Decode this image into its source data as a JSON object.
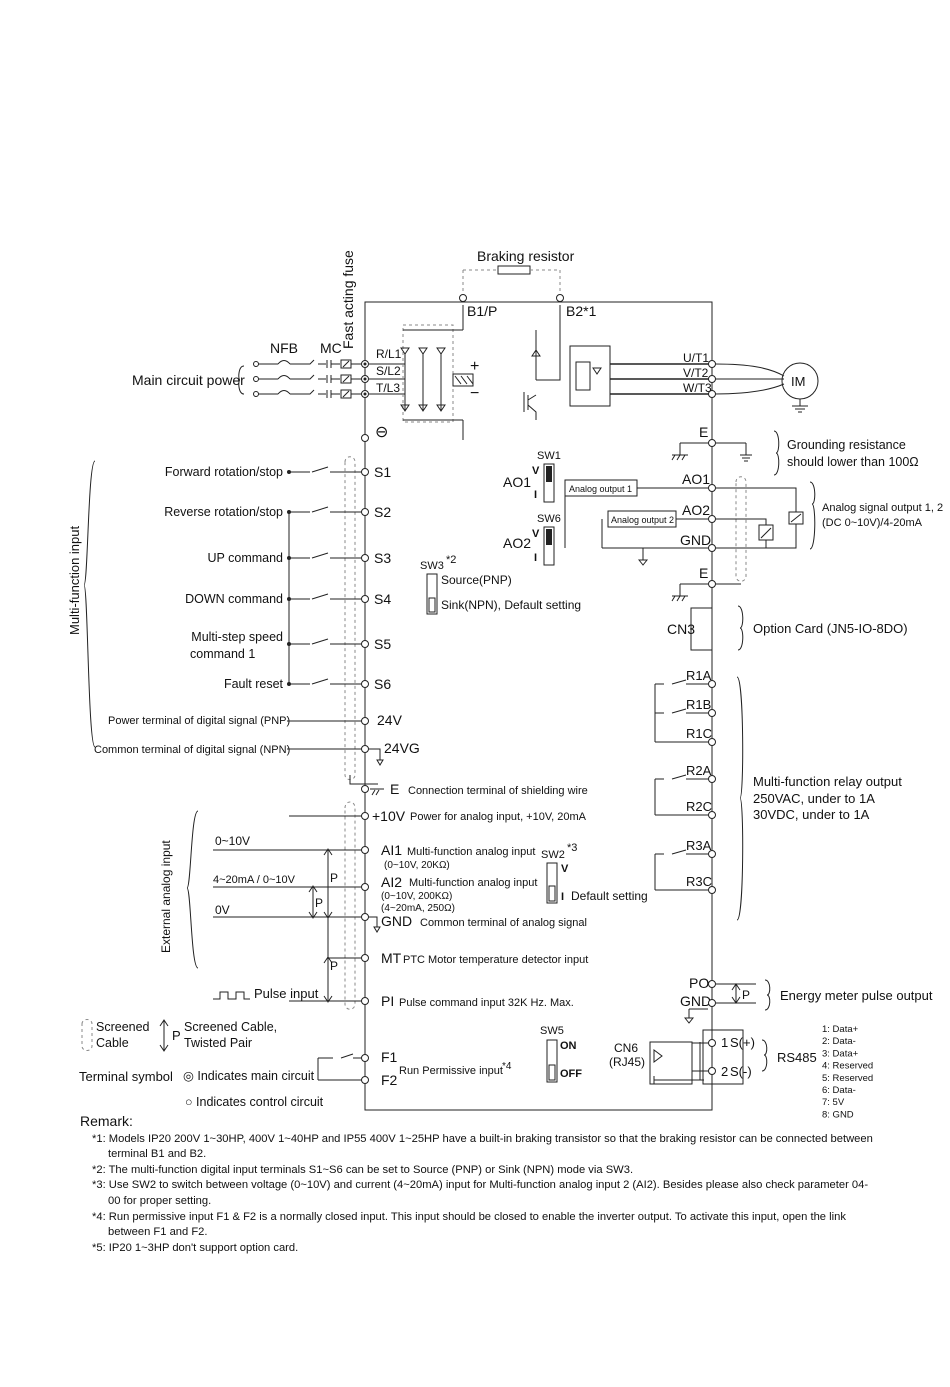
{
  "power": {
    "nfb": "NFB",
    "mc": "MC",
    "fuse": "Fast acting fuse",
    "main_circuit_power": "Main circuit power",
    "inputs": [
      "R/L1",
      "S/L2",
      "T/L3"
    ],
    "outputs": [
      "U/T1",
      "V/T2",
      "W/T3"
    ],
    "motor": "IM",
    "braking_resistor": "Braking resistor",
    "b1": "B1/P",
    "b2": "B2*1",
    "minus": "⊖",
    "plus": "+",
    "neg": "−"
  },
  "multifunction_input": {
    "group_label": "Multi-function input",
    "rows": [
      {
        "label": "Forward rotation/stop",
        "terminal": "S1"
      },
      {
        "label": "Reverse rotation/stop",
        "terminal": "S2"
      },
      {
        "label": "UP command",
        "terminal": "S3"
      },
      {
        "label": "DOWN command",
        "terminal": "S4"
      },
      {
        "label": "Multi-step speed",
        "label2": "command 1",
        "terminal": "S5"
      },
      {
        "label": "Fault reset",
        "terminal": "S6"
      }
    ],
    "pnp_label": "Power terminal of digital signal (PNP)",
    "pnp_terminal": "24V",
    "npn_label": "Common terminal of digital signal (NPN)",
    "npn_terminal": "24VG",
    "shield_terminal": "E",
    "shield_desc": "Connection terminal of shielding wire"
  },
  "switches": {
    "sw1": "SW1",
    "sw6": "SW6",
    "ao1": "AO1",
    "ao2": "AO2",
    "v": "V",
    "i": "I",
    "sw3": "SW3",
    "sw3_note": "*2",
    "source": "Source(PNP)",
    "sink": "Sink(NPN), Default setting",
    "sw2": "SW2",
    "sw2_note": "*3",
    "sw2_default": "Default setting",
    "sw5": "SW5",
    "on": "ON",
    "off": "OFF"
  },
  "analog_output": {
    "e": "E",
    "grounding": "Grounding resistance",
    "grounding2": "should lower than 100Ω",
    "ao1": "AO1",
    "ao2": "AO2",
    "gnd": "GND",
    "box1": "Analog output 1",
    "box2": "Analog output 2",
    "desc1": "Analog signal output 1, 2",
    "desc2": "(DC 0~10V)/4-20mA",
    "e2": "E"
  },
  "option": {
    "cn3": "CN3",
    "desc": "Option Card (JN5-IO-8DO)"
  },
  "relay": {
    "terminals": [
      "R1A",
      "R1B",
      "R1C",
      "R2A",
      "R2C",
      "R3A",
      "R3C"
    ],
    "desc1": "Multi-function relay output",
    "desc2": "250VAC, under to 1A",
    "desc3": "30VDC, under to 1A"
  },
  "analog_input": {
    "group_label": "External analog input",
    "plus10": "+10V",
    "plus10_desc": "Power for analog input, +10V, 20mA",
    "ai1": "AI1",
    "ai1_desc": "Multi-function analog input",
    "ai1_range": "(0~10V, 20KΩ)",
    "ai2": "AI2",
    "ai2_desc": "Multi-function analog input",
    "ai2_range1": "(0~10V, 200KΩ)",
    "ai2_range2": "(4~20mA, 250Ω)",
    "gnd": "GND",
    "gnd_desc": "Common terminal of analog signal",
    "src1": "0~10V",
    "src2": "4~20mA / 0~10V",
    "src3": "0V",
    "p": "P",
    "mt": "MT",
    "mt_desc": "PTC Motor temperature detector input",
    "pi": "PI",
    "pi_desc": "Pulse command input 32K Hz. Max.",
    "pulse_input": "Pulse input"
  },
  "energy": {
    "po": "PO",
    "gnd": "GND",
    "p": "P",
    "desc": "Energy meter pulse output"
  },
  "rs485": {
    "cn6": "CN6",
    "rj45": "(RJ45)",
    "t1": "1",
    "t1s": "S(+)",
    "t2": "2",
    "t2s": "S(-)",
    "label": "RS485",
    "pins": [
      "1: Data+",
      "2: Data-",
      "3: Data+",
      "4: Reserved",
      "5: Reserved",
      "6: Data-",
      "7: 5V",
      "8: GND"
    ]
  },
  "legend": {
    "screened": "Screened",
    "cable": "Cable",
    "p": "P",
    "twisted1": "Screened Cable,",
    "twisted2": "Twisted Pair",
    "f1": "F1",
    "f2": "F2",
    "run_permissive": "Run Permissive input",
    "run_note": "*4",
    "terminal_symbol": "Terminal symbol",
    "main_circuit": "◎ Indicates main circuit",
    "control_circuit": "○ Indicates control circuit"
  },
  "remarks": {
    "title": "Remark:",
    "notes": [
      "*1: Models IP20 200V 1~30HP, 400V 1~40HP and IP55 400V 1~25HP have a built-in braking transistor so that the braking resistor can be connected between terminal B1 and B2.",
      "*2: The multi-function digital input terminals S1~S6 can be set to Source (PNP) or Sink (NPN) mode via SW3.",
      "*3: Use SW2 to switch between voltage (0~10V) and current (4~20mA) input for Multi-function analog input 2 (AI2). Besides please also check parameter 04-00 for proper setting.",
      "*4: Run permissive input F1 & F2 is a normally closed input. This input should be closed to enable the inverter output. To activate this input, open the link between F1 and F2.",
      "*5: IP20 1~3HP don't support option card."
    ]
  }
}
